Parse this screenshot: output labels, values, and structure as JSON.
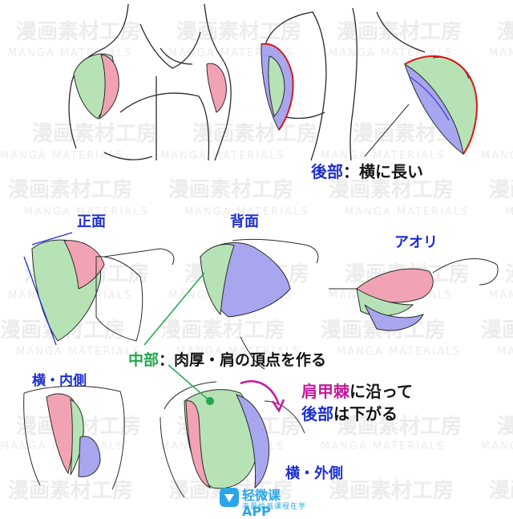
{
  "watermark": {
    "text_cn": "漫画素材工房",
    "text_en": "MANGA MATERIALS"
  },
  "labels": {
    "back_note_prefix": "後部",
    "back_note_suffix": "：横に長い",
    "front": "正面",
    "back": "背面",
    "low_angle": "アオリ",
    "middle_prefix": "中部",
    "middle_suffix": "：肉厚・肩の頂点を作る",
    "spine_line1_a": "肩甲棘",
    "spine_line1_b": "に沿って",
    "spine_line2_a": "後部",
    "spine_line2_b": "は下がる",
    "side_inner": "横・内側",
    "side_outer": "横・外側"
  },
  "logo": {
    "main": "轻微课APP",
    "sub": "海量绘画课程在学"
  },
  "colors": {
    "front_deltoid": "#f2a3b3",
    "middle_deltoid": "#b6e2b5",
    "back_deltoid": "#a8a6ee",
    "label_blue": "#1d2fd0",
    "label_green": "#1fa84e",
    "label_magenta": "#c4189b",
    "outline_red": "#d81818",
    "watermark": "#ececec"
  }
}
